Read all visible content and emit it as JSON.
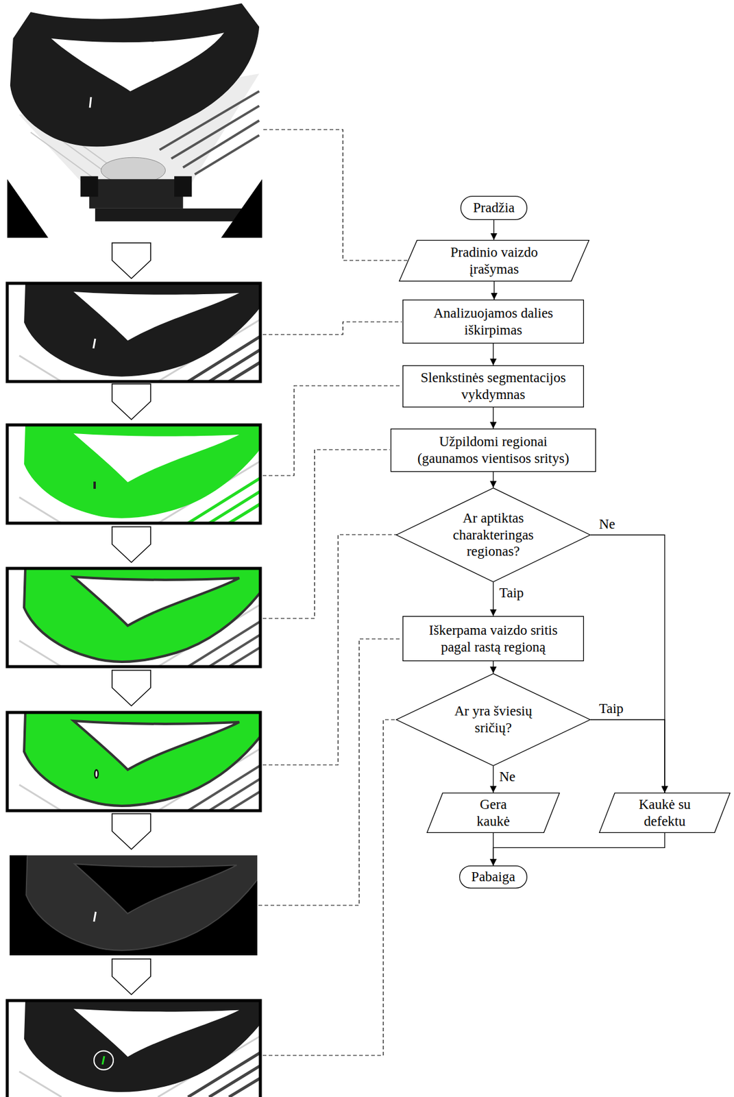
{
  "diagram": {
    "nodes": [
      {
        "text": [
          "Pradžia"
        ]
      },
      {
        "text": [
          "Pradinio vaizdo įrašymas"
        ]
      },
      {
        "text": [
          "Analizuojamos dalies iškirpimas"
        ]
      },
      {
        "text": [
          "Slenkstinės segmentacijos vykdymnas"
        ]
      },
      {
        "text": [
          "Užpildomi regionai (gaunamos vientisos sritys)"
        ]
      },
      {
        "text": [
          "Ar aptiktas charakteringas regionas?"
        ]
      },
      {
        "text": [
          "Iškerpama vaizdo sritis pagal rastą regioną"
        ]
      },
      {
        "text": [
          "Ar yra šviesių sričių?"
        ]
      },
      {
        "text": [
          "Gera kaukė"
        ]
      },
      {
        "text": [
          "Kaukė su defektu"
        ]
      },
      {
        "text": [
          "Pabaiga"
        ]
      }
    ],
    "edges": [
      {
        "from": 0,
        "to": 1,
        "arrow": "to"
      },
      {
        "from": 1,
        "to": 2,
        "arrow": "to"
      },
      {
        "from": 2,
        "to": 3,
        "arrow": "to"
      },
      {
        "from": 3,
        "to": 4,
        "arrow": "to"
      },
      {
        "from": 4,
        "to": 5,
        "arrow": "to"
      },
      {
        "from": 5,
        "to": 6,
        "label": "Taip",
        "arrow": "to"
      },
      {
        "from": 5,
        "to": 9,
        "label": "Ne",
        "arrow": "to"
      },
      {
        "from": 6,
        "to": 7,
        "arrow": "to"
      },
      {
        "from": 7,
        "to": 8,
        "label": "Ne",
        "arrow": "to"
      },
      {
        "from": 7,
        "to": 9,
        "label": "Taip",
        "arrow": "to"
      },
      {
        "from": 8,
        "to": 10,
        "arrow": "to"
      },
      {
        "from": 9,
        "to": 10,
        "arrow": "to"
      }
    ]
  }
}
